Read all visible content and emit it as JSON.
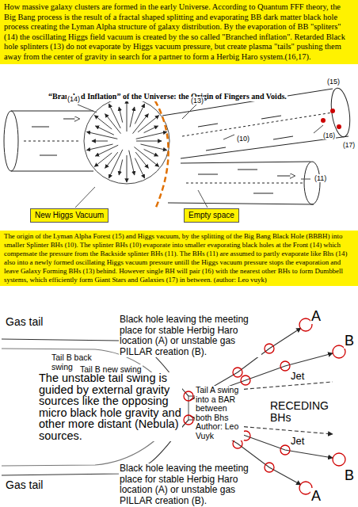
{
  "diagram": {
    "nodes": [
      {
        "text": [
          "How massive galaxy clusters are formed in the early Universe. According to Quantum FFF theory, the Big Bang process is the result of a fractal shaped splitting and evaporating BB dark matter black hole process creating the Lyman Alpha structure of galaxy distribution. By the evaporation of BB \"spliters\" (14) the oscillating Higgs field vacuum is created by the so called \"Branched inflation\". Retarded Black hole splinters (13) do not evaporate by Higgs vacuum pressure, but create plasma \"tails\" pushing them away from the center of gravity in search for a partner to form a Herbig Haro system.(16,17)."
        ]
      },
      {
        "text": [
          "New Higgs Vacuum"
        ]
      },
      {
        "text": [
          "Empty space"
        ]
      },
      {
        "text": [
          "The origin of the Lyman Alpha Forest (15) and Higgs vacuum, by the splitting of the Big Bang Black Hole (BBBH) into smaller Splinter BHs (10).     The splinter BHs (10) evaporate into smaller evaporating black holes at the Front (14) which compensate the pressure from the Backside splinter BHs (11).     The BHs (11) are assumed to partly evaporate like Bhs (14) also into a newly formed oscillating Higgs vacuum pressure untill the Higgs vacuum pressure stops the evaporation and leave Galaxy Forming BHs (13) behind.     However single BH will pair (16) with the nearest other BHs to form Dumbbell systems, which efficiently form Giant Stars and Galaxies (17) in between. (author: Leo vuyk)"
        ]
      }
    ],
    "labels": [
      "“Branched Inflation” of the Universe: the Origin of Fingers and Voids.",
      "(14)",
      "(13)",
      "(15)",
      "(17)",
      "(16)",
      "(10)",
      "(11)",
      "Gas tail",
      "Black hole leaving the meeting place for stable Herbig Haro location (A) or unstable gas PILLAR creation (B).",
      "A",
      "B",
      "Tail B back swing",
      "The unstable tail swing is guided by external gravity sources like the opposing micro black hole gravity and other more distant (Nebula) sources.",
      "Tail B new swing",
      "Jet",
      "Tail A swing into a BAR between both Bhs Author: Leo Vuyk",
      "RECEDING BHs",
      "Jet",
      "Gas tail",
      "Black hole leaving the meeting place for stable Herbig Haro location (A) or unstable gas PILLAR creation (B).",
      "B",
      "A"
    ]
  }
}
